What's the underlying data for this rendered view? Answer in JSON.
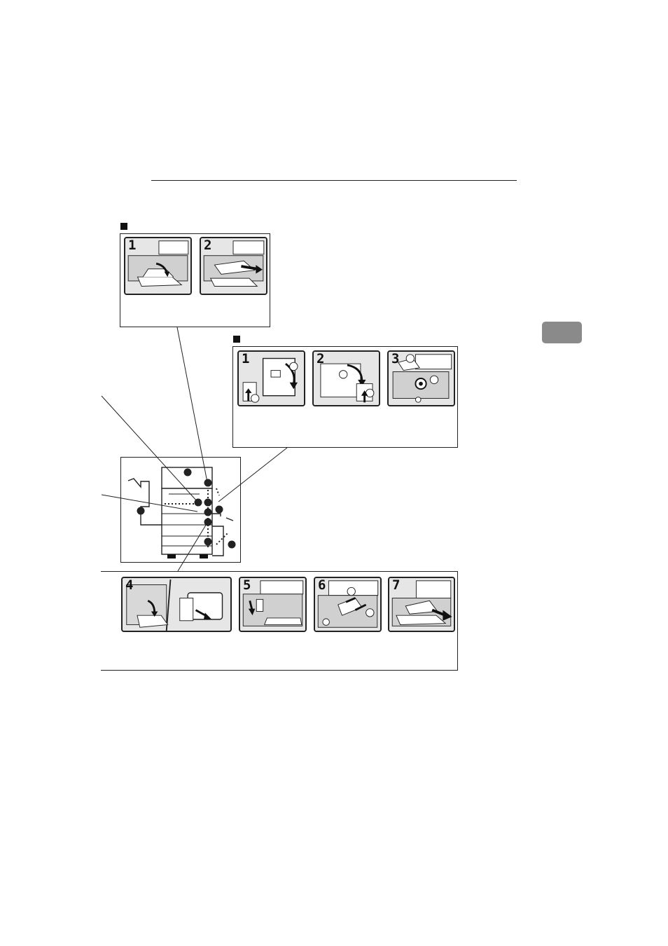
{
  "colors": {
    "ink": "#111111",
    "panel_bg": "#e6e6e6",
    "tab": "#8a8a8a"
  },
  "section_a": {
    "steps": [
      "1",
      "2"
    ]
  },
  "section_b": {
    "steps": [
      "1",
      "2",
      "3"
    ]
  },
  "section_c": {
    "steps": [
      "4",
      "5",
      "6",
      "7"
    ]
  },
  "icons": [
    "square-marker-icon",
    "callout-dot-icon",
    "arrow-icon"
  ]
}
